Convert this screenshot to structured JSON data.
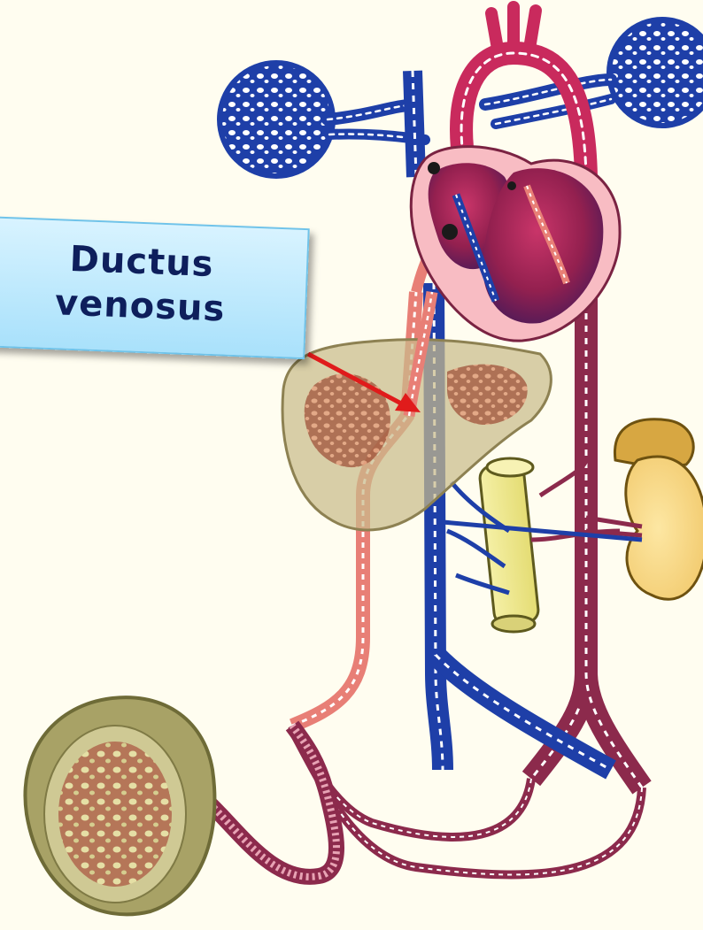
{
  "callout": {
    "line1": "Ductus",
    "line2": "venosus"
  },
  "colors": {
    "background": "#fffdf0",
    "oxygenated": "#e87f76",
    "mixed": "#c92a5d",
    "deoxygenated": "#1e3fa8",
    "aorta_descending": "#8c2a4c",
    "liver": "#c9bb8a",
    "arrow": "#e01b1b",
    "callout_fill": "#bfe9ff"
  },
  "structures": [
    "lung-left",
    "lung-right",
    "heart",
    "aortic-arch",
    "superior-vena-cava",
    "liver",
    "ductus-venosus",
    "umbilical-vein",
    "inferior-vena-cava",
    "descending-aorta",
    "kidney",
    "adrenal-gland",
    "intestine",
    "umbilical-arteries",
    "umbilical-cord",
    "placenta"
  ]
}
